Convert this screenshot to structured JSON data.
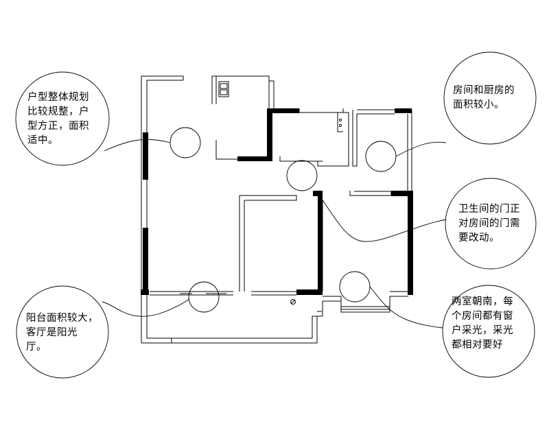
{
  "notes": [
    {
      "text": "户型整体规划\n比较规整，户\n型方正，面积\n适中。"
    },
    {
      "text": "房间和厨房的\n面积较小。"
    },
    {
      "text": "卫生间的门正\n对房间的门需\n要改动。"
    },
    {
      "text": "阳台面积较大，\n客厅是阳光\n厅。"
    },
    {
      "text": "两室朝南，每\n个房间都有窗\n户采光，采光\n都相对要好"
    }
  ],
  "colors": {
    "line": "#000000",
    "background": "#ffffff"
  }
}
